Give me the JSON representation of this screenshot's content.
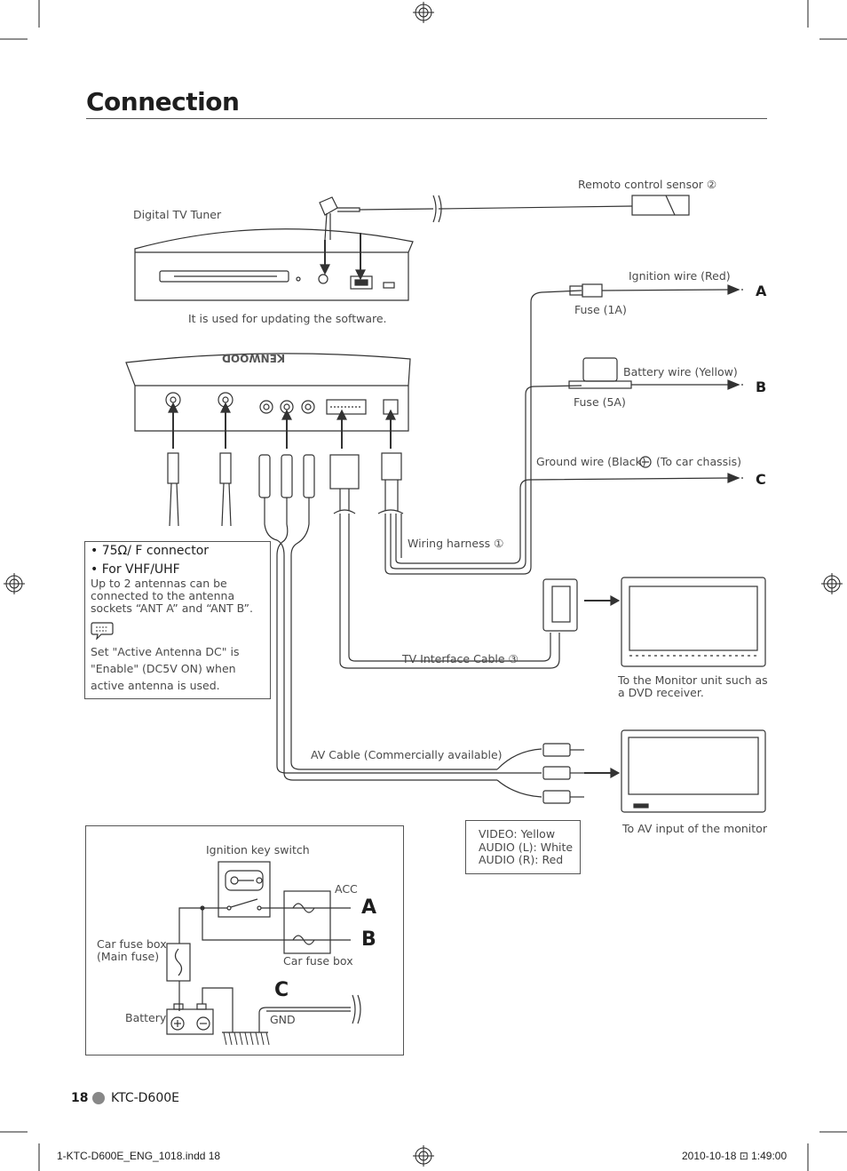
{
  "page": {
    "title": "Connection",
    "page_number": "18",
    "model": "KTC-D600E",
    "slug_file": "1-KTC-D600E_ENG_1018.indd   18",
    "slug_date": "2010-10-18   ⊡ 1:49:00"
  },
  "diagram": {
    "digital_tv_tuner": "Digital TV Tuner",
    "remote_sensor": "Remoto control sensor ②",
    "usb_note": "It is used for updating the software.",
    "brand": "KENWOOD",
    "ignition_wire": "Ignition wire (Red)",
    "fuse_1a": "Fuse (1A)",
    "battery_wire": "Battery wire (Yellow)",
    "fuse_5a": "Fuse (5A)",
    "ground_wire": "Ground wire (Black)",
    "ground_wire_suffix": "(To car chassis)",
    "wiring_harness": "Wiring harness ①",
    "tv_interface_cable": "TV Interface Cable ③",
    "monitor_note": "To the Monitor unit such as a DVD receiver.",
    "av_cable": "AV Cable (Commercially available)",
    "av_input_note": "To AV input of the monitor",
    "letter_a": "A",
    "letter_b": "B",
    "letter_c": "C"
  },
  "antenna_note": {
    "bullet1": "• 75Ω/ F connector",
    "bullet2": "• For VHF/UHF",
    "line1": "Up to 2 antennas can be connected to the antenna sockets “ANT A” and “ANT B”.",
    "line2": "Set \"Active Antenna DC\" is \"Enable\" (DC5V ON) when active antenna is used.",
    "icon": "note-icon"
  },
  "color_legend": {
    "video": "VIDEO: Yellow",
    "audio_l": "AUDIO (L): White",
    "audio_r": "AUDIO (R): Red"
  },
  "wiring_inset": {
    "ignition_key_switch": "Ignition key switch",
    "acc": "ACC",
    "car_fuse_box_main": "Car fuse box (Main fuse)",
    "car_fuse_box": "Car fuse box",
    "battery": "Battery",
    "gnd": "GND",
    "letter_a": "A",
    "letter_b": "B",
    "letter_c": "C"
  }
}
